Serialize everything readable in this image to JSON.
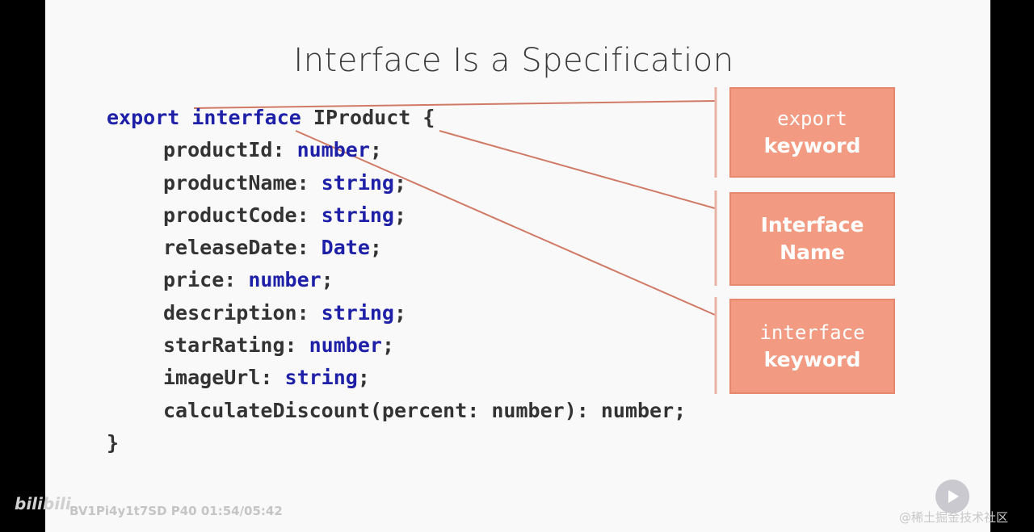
{
  "slide": {
    "title": "Interface Is a Specification",
    "code": {
      "line1": {
        "kw1": "export",
        "kw2": "interface",
        "name": "IProduct {"
      },
      "fields": [
        {
          "name": "productId: ",
          "type": "number",
          "end": ";"
        },
        {
          "name": "productName: ",
          "type": "string",
          "end": ";"
        },
        {
          "name": "productCode: ",
          "type": "string",
          "end": ";"
        },
        {
          "name": "releaseDate: ",
          "type": "Date",
          "end": ";"
        },
        {
          "name": "price: ",
          "type": "number",
          "end": ";"
        },
        {
          "name": "description: ",
          "type": "string",
          "end": ";"
        },
        {
          "name": "starRating: ",
          "type": "number",
          "end": ";"
        },
        {
          "name": "imageUrl: ",
          "type": "string",
          "end": ";"
        }
      ],
      "method": "calculateDiscount(percent: number): number;",
      "close": "}"
    },
    "callouts": [
      {
        "line1": "export",
        "line2": "keyword"
      },
      {
        "line1": "Interface",
        "line2": "Name"
      },
      {
        "line1": "interface",
        "line2": "keyword"
      }
    ]
  },
  "player": {
    "logo": "bilibili",
    "video_info": "BV1Pi4y1t7SD P40 01:54/05:42",
    "credit": "@稀土掘金技术社区"
  },
  "colors": {
    "keyword": "#1e21a8",
    "callout": "#f29b82",
    "line": "#d07a66"
  }
}
